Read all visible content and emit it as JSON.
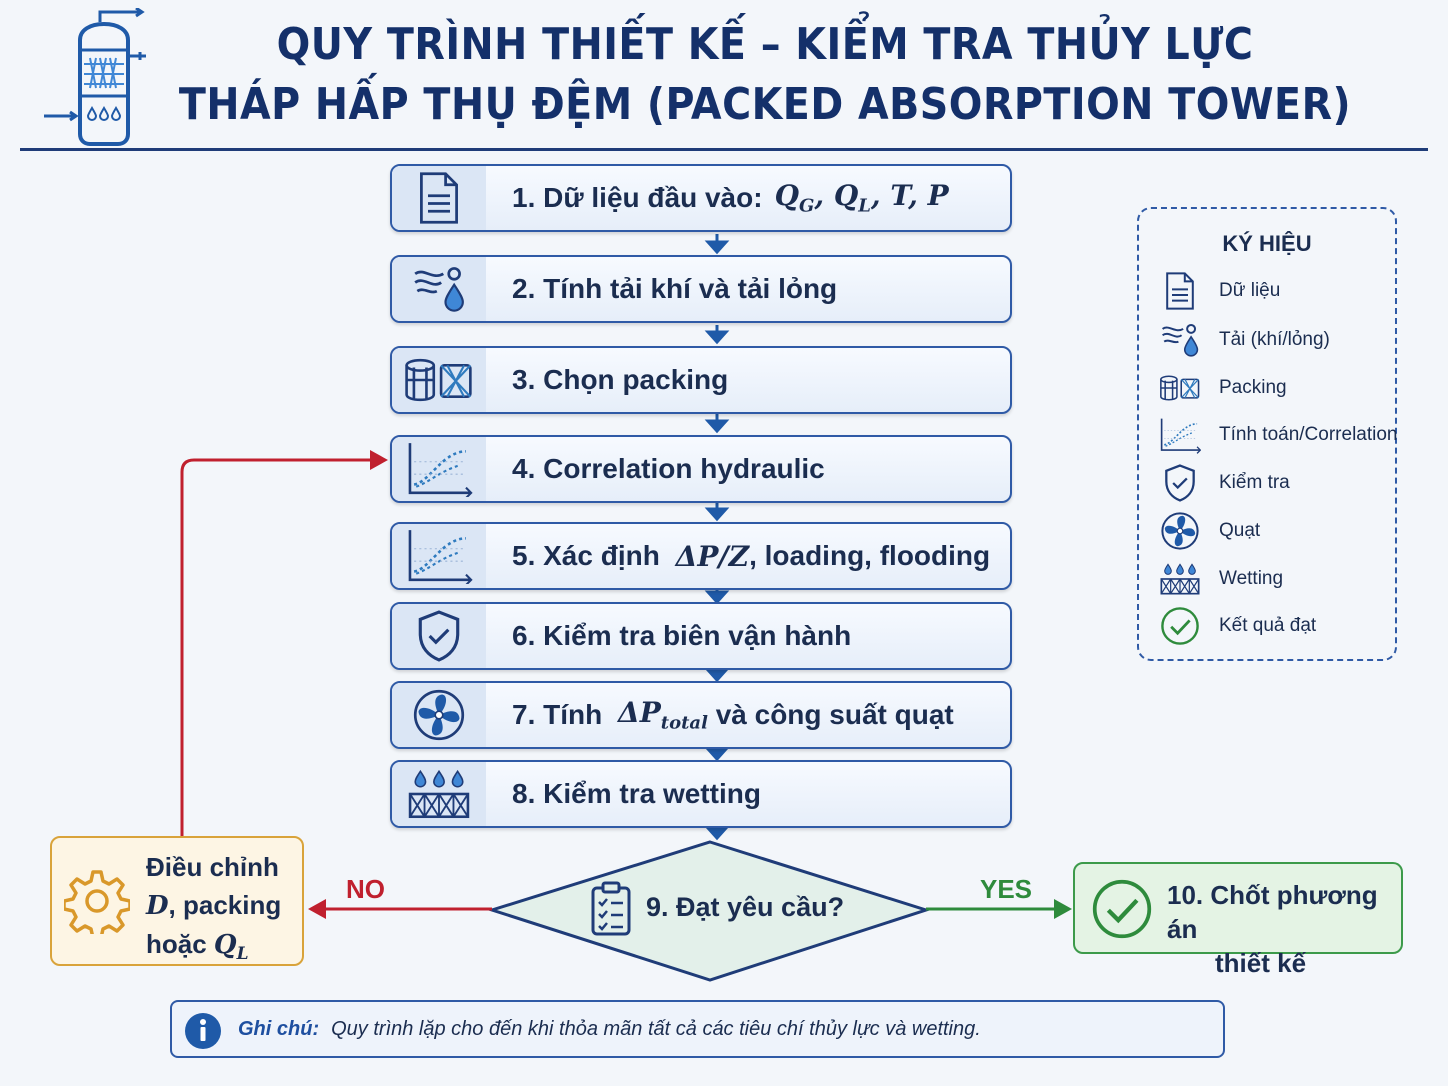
{
  "header": {
    "title_line1": "QUY TRÌNH THIẾT KẾ – KIỂM TRA THỦY LỰC",
    "title_line2": "THÁP HẤP THỤ ĐỆM (PACKED ABSORPTION TOWER)"
  },
  "steps": [
    {
      "prefix": "1. Dữ liệu đầu vào: ",
      "icon": "document-icon"
    },
    {
      "label": "2. Tính tải khí và tải lỏng",
      "icon": "gas-liquid-load-icon"
    },
    {
      "label": "3. Chọn packing",
      "icon": "packing-icon"
    },
    {
      "label": "4. Correlation hydraulic",
      "icon": "correlation-chart-icon"
    },
    {
      "prefix": "5. Xác định ",
      "suffix": ", loading, flooding",
      "icon": "correlation-chart-icon"
    },
    {
      "label": "6. Kiểm tra biên vận hành",
      "icon": "shield-check-icon"
    },
    {
      "prefix": "7. Tính ",
      "suffix": " và công suất quạt",
      "icon": "fan-icon"
    },
    {
      "label": "8. Kiểm tra wetting",
      "icon": "wetting-icon"
    }
  ],
  "decision": {
    "label": "9. Đạt yêu cầu?",
    "yes": "YES",
    "no": "NO",
    "icon": "clipboard-icon"
  },
  "adjust": {
    "line1": "Điều chỉnh",
    "line2": ", packing",
    "line3": "hoặc ",
    "icon": "gear-icon"
  },
  "result": {
    "line1": "10. Chốt phương án",
    "line2": "thiết kế",
    "icon": "check-circle-icon"
  },
  "legend": {
    "title": "KÝ HIỆU",
    "items": [
      {
        "label": "Dữ liệu",
        "icon": "document-icon"
      },
      {
        "label": "Tải (khí/lỏng)",
        "icon": "gas-liquid-load-icon"
      },
      {
        "label": "Packing",
        "icon": "packing-icon"
      },
      {
        "label": "Tính toán/Correlation",
        "icon": "correlation-chart-icon"
      },
      {
        "label": "Kiểm tra",
        "icon": "shield-check-icon"
      },
      {
        "label": "Quạt",
        "icon": "fan-icon"
      },
      {
        "label": "Wetting",
        "icon": "wetting-icon"
      },
      {
        "label": "Kết quả đạt",
        "icon": "check-circle-icon"
      }
    ]
  },
  "note": {
    "label": "Ghi chú:",
    "text": "Quy trình lặp cho đến khi thỏa mãn tất cả các tiêu chí thủy lực và wetting."
  },
  "colors": {
    "primary": "#1f3c78",
    "no_arrow": "#c0202e",
    "yes_arrow": "#2e8b3c",
    "adjust_border": "#d9a33a"
  }
}
